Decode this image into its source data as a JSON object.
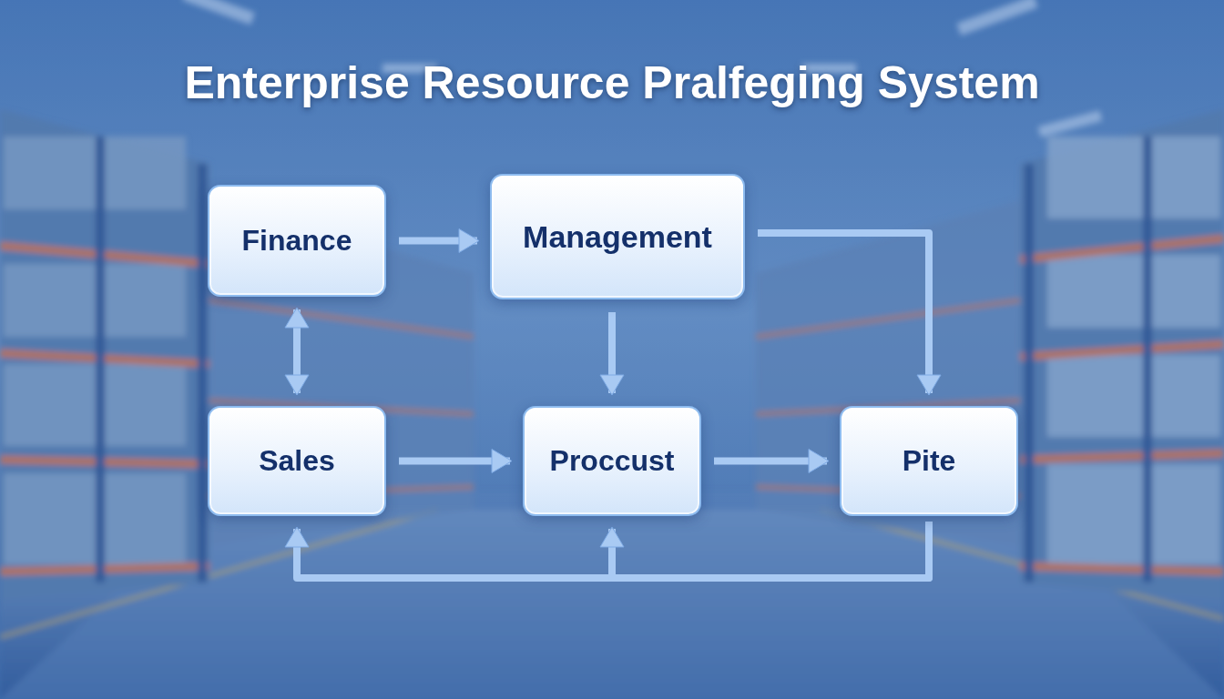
{
  "diagram": {
    "title": "Enterprise Resource Pralfeging System",
    "nodes": [
      {
        "text": [
          "Finance"
        ]
      },
      {
        "text": [
          "Management"
        ]
      },
      {
        "text": [
          "Sales"
        ]
      },
      {
        "text": [
          "Proccust"
        ]
      },
      {
        "text": [
          "Pite"
        ]
      }
    ],
    "edges": [
      {
        "from": 0,
        "to": 1,
        "arrow": "to"
      },
      {
        "from": 0,
        "to": 2,
        "arrow": "both"
      },
      {
        "from": 1,
        "to": 3,
        "arrow": "to"
      },
      {
        "from": 1,
        "to": 4,
        "arrow": "to"
      },
      {
        "from": 2,
        "to": 3,
        "arrow": "to"
      },
      {
        "from": 3,
        "to": 4,
        "arrow": "to"
      },
      {
        "from": 4,
        "to": 2,
        "arrow": "to"
      },
      {
        "from": 4,
        "to": 3,
        "arrow": "to"
      }
    ]
  }
}
